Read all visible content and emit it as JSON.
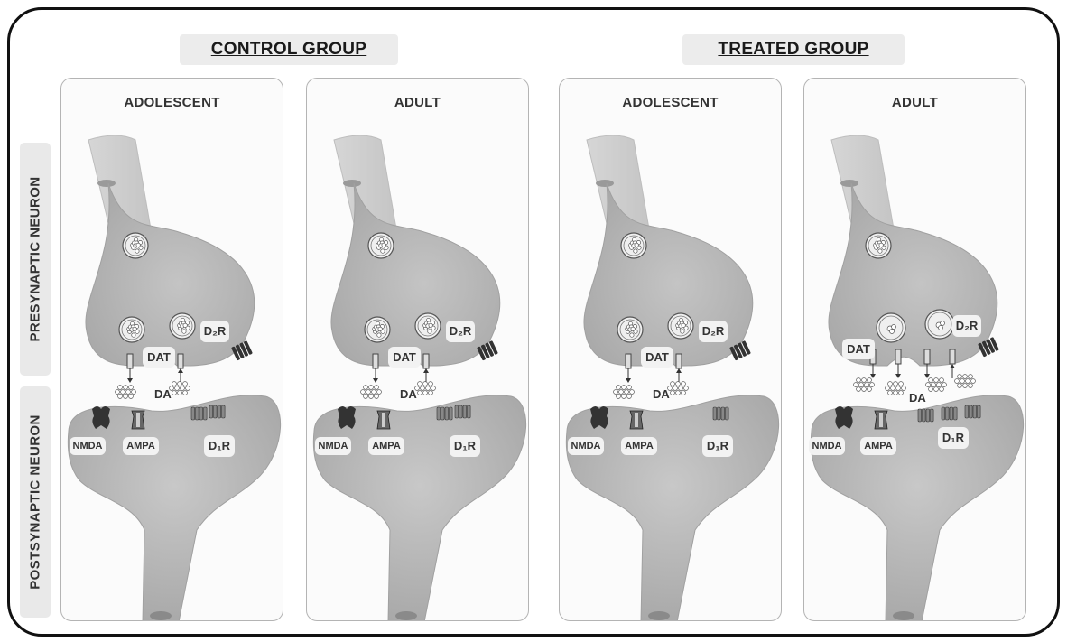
{
  "groups": {
    "control": "CONTROL GROUP",
    "treated": "TREATED GROUP"
  },
  "side_labels": {
    "presynaptic": "PRESYNAPTIC NEURON",
    "postsynaptic": "POSTSYNAPTIC NEURON"
  },
  "panels": [
    {
      "title": "ADOLESCENT"
    },
    {
      "title": "ADULT"
    },
    {
      "title": "ADOLESCENT"
    },
    {
      "title": "ADULT"
    }
  ],
  "labels": {
    "dat": "DAT",
    "d2r": "D₂R",
    "da": "DA",
    "nmda": "NMDA",
    "ampa": "AMPA",
    "d1r": "D₁R"
  }
}
